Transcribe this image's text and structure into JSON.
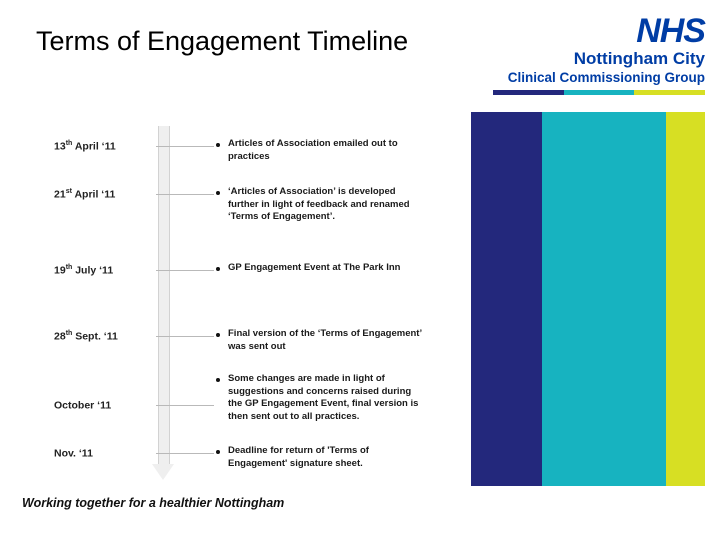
{
  "slide": {
    "title": "Terms of Engagement Timeline",
    "footer": "Working together for a healthier Nottingham"
  },
  "logo": {
    "nhs_letters": "NHS",
    "place": "Nottingham City",
    "ccg": "Clinical Commissioning Group",
    "brand_blue": "#003da5",
    "underline_colors": [
      "#23287c",
      "#17b3c0",
      "#d7df23"
    ]
  },
  "colour_bars": [
    {
      "name": "navy-bar",
      "color": "#23287c"
    },
    {
      "name": "teal-bar",
      "color": "#17b3c0"
    },
    {
      "name": "lime-bar",
      "color": "#d7df23"
    }
  ],
  "timeline": {
    "events": [
      {
        "date_main": "13",
        "date_sup": "th",
        "date_rest": " April ‘11",
        "text": "Articles of Association emailed out to practices"
      },
      {
        "date_main": "21",
        "date_sup": "st",
        "date_rest": " April ‘11",
        "text": "‘Articles of Association’ is developed further in light of feedback and renamed ‘Terms of Engagement’."
      },
      {
        "date_main": "19",
        "date_sup": "th",
        "date_rest": " July ‘11",
        "text": "GP Engagement Event at The Park Inn"
      },
      {
        "date_main": "28",
        "date_sup": "th",
        "date_rest": " Sept. ‘11",
        "text": "Final version of the ‘Terms of Engagement’ was sent out"
      },
      {
        "date_main": "October ‘11",
        "date_sup": "",
        "date_rest": "",
        "text": "Some changes are made in light of suggestions and concerns raised during the GP Engagement Event, final version is then sent out to all practices."
      },
      {
        "date_main": "Nov. ‘11",
        "date_sup": "",
        "date_rest": "",
        "text": "Deadline for return of 'Terms of Engagement' signature sheet."
      }
    ]
  }
}
